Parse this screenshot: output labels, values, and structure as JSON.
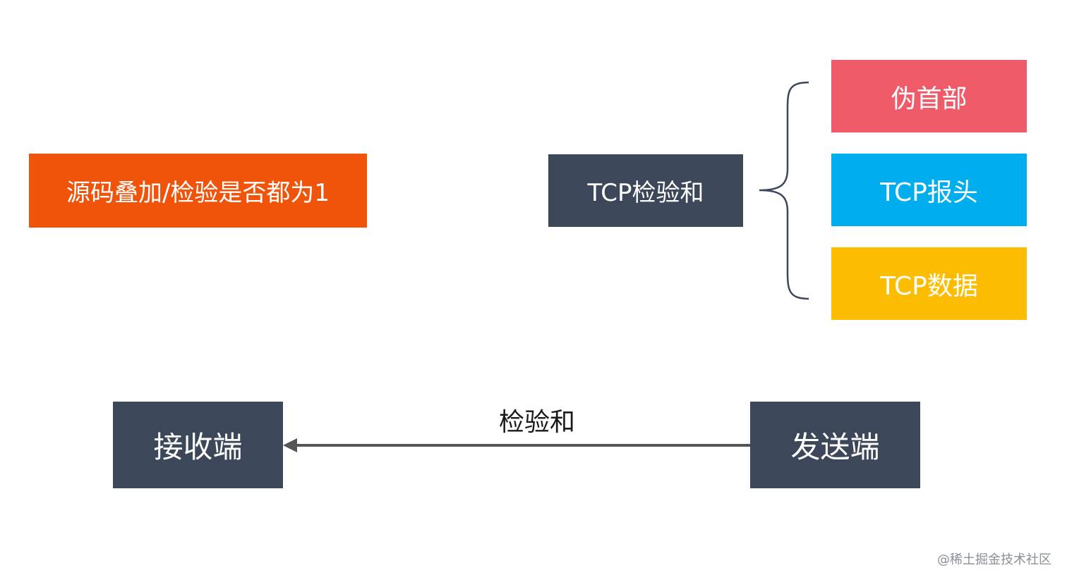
{
  "colors": {
    "verify": "#f0540a",
    "dark": "#3c475a",
    "pseudo_header": "#f05b6a",
    "tcp_header": "#00aeef",
    "tcp_data": "#fcbd00",
    "arrow": "#555555",
    "brace": "#3c475a"
  },
  "verify_rule": {
    "label": "源码叠加/检验是否都为1"
  },
  "checksum": {
    "label": "TCP检验和",
    "components": [
      {
        "label": "伪首部"
      },
      {
        "label": "TCP报头"
      },
      {
        "label": "TCP数据"
      }
    ]
  },
  "transfer": {
    "receiver": "接收端",
    "sender": "发送端",
    "arrow_label": "检验和"
  },
  "watermark": "@稀土掘金技术社区"
}
